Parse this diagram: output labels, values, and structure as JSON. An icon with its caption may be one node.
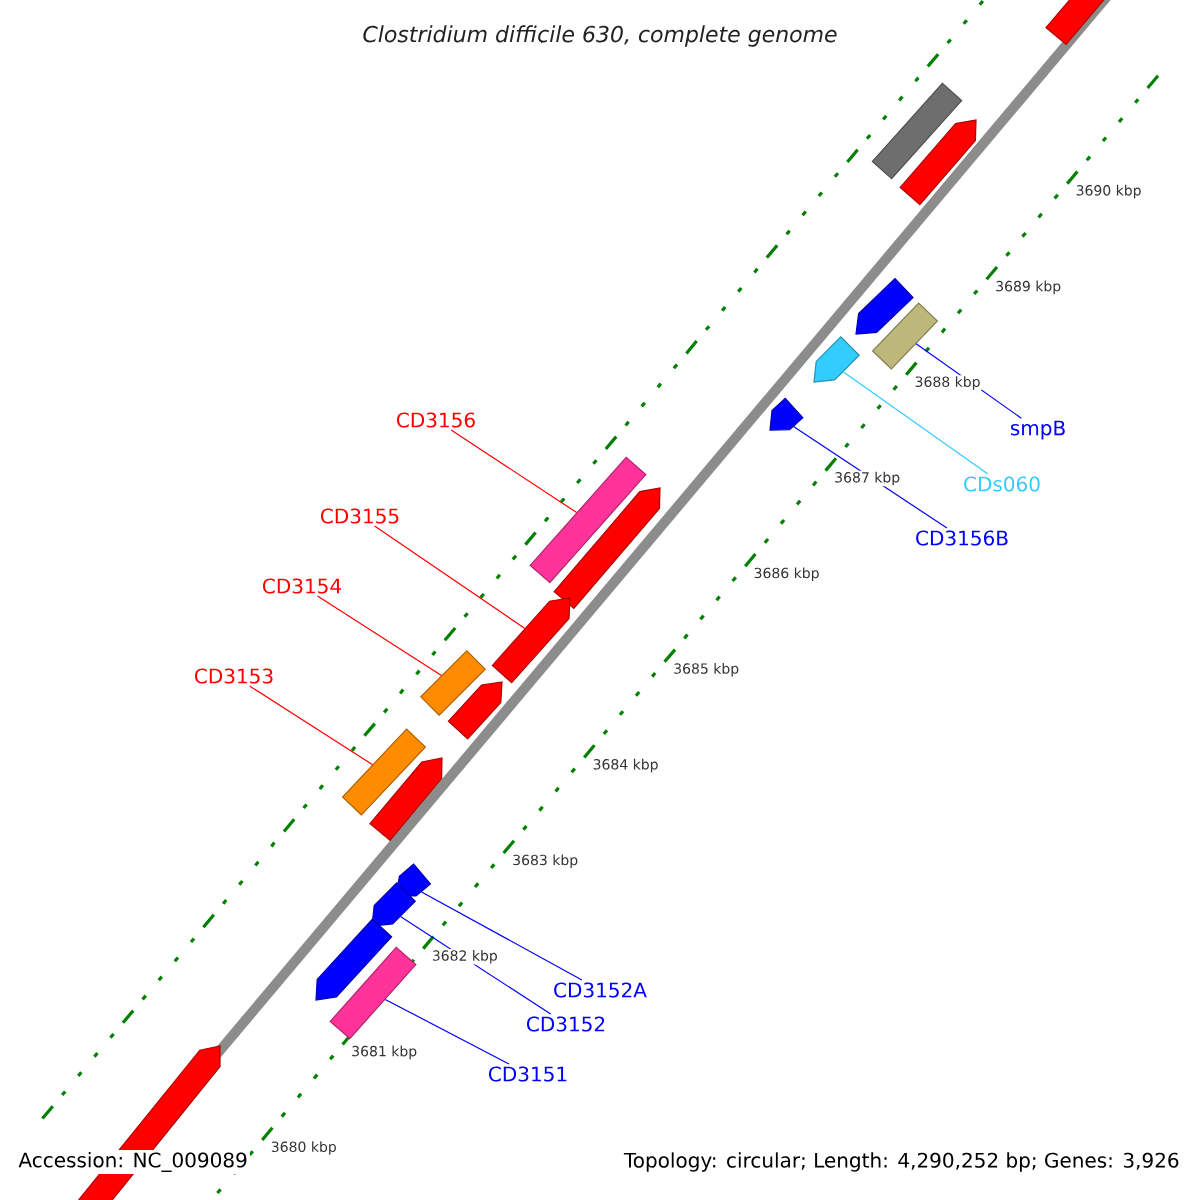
{
  "diagram": {
    "title": "Clostridium difficile 630, complete genome",
    "nodes": [
      {
        "text": [
          "CD3156"
        ]
      },
      {
        "text": [
          "CD3155"
        ]
      },
      {
        "text": [
          "CD3154"
        ]
      },
      {
        "text": [
          "CD3153"
        ]
      },
      {
        "text": [
          "smpB"
        ]
      },
      {
        "text": [
          "CDs060"
        ]
      },
      {
        "text": [
          "CD3156B"
        ]
      },
      {
        "text": [
          "CD3152A"
        ]
      },
      {
        "text": [
          "CD3152"
        ]
      },
      {
        "text": [
          "CD3151"
        ]
      },
      {
        "text": [],
        "shape": "pentagon"
      },
      {
        "text": [],
        "shape": "bar"
      },
      {
        "text": [],
        "shape": "pentagon"
      },
      {
        "text": [],
        "shape": "pentagon"
      },
      {
        "text": [],
        "shape": "bar"
      },
      {
        "text": [],
        "shape": "pentagon"
      },
      {
        "text": [],
        "shape": "pentagon"
      },
      {
        "text": [],
        "shape": "bar"
      },
      {
        "text": [],
        "shape": "pentagon"
      },
      {
        "text": [],
        "shape": "pentagon"
      },
      {
        "text": [],
        "shape": "bar"
      },
      {
        "text": [],
        "shape": "pentagon"
      },
      {
        "text": [],
        "shape": "bar"
      },
      {
        "text": [],
        "shape": "pentagon"
      },
      {
        "text": [],
        "shape": "pentagon"
      },
      {
        "text": [],
        "shape": "pentagon"
      },
      {
        "text": [],
        "shape": "pentagon"
      },
      {
        "text": [],
        "shape": "bar"
      },
      {
        "text": [],
        "shape": "pentagon"
      }
    ],
    "edges": [
      {
        "from": 0,
        "to": 17,
        "arrow": "none",
        "color": "#ff0000"
      },
      {
        "from": 1,
        "to": 19,
        "arrow": "none",
        "color": "#ff0000"
      },
      {
        "from": 2,
        "to": 20,
        "arrow": "none",
        "color": "#ff0000"
      },
      {
        "from": 3,
        "to": 22,
        "arrow": "none",
        "color": "#ff0000"
      },
      {
        "from": 4,
        "to": 14,
        "arrow": "none"
      },
      {
        "from": 5,
        "to": 15,
        "arrow": "none",
        "color": "#33ccff"
      },
      {
        "from": 6,
        "to": 16,
        "arrow": "none"
      },
      {
        "from": 7,
        "to": 24,
        "arrow": "none"
      },
      {
        "from": 8,
        "to": 25,
        "arrow": "none"
      },
      {
        "from": 9,
        "to": 27,
        "arrow": "none"
      }
    ],
    "labels": [
      "3690 kbp",
      "3689 kbp",
      "3688 kbp",
      "3687 kbp",
      "3686 kbp",
      "3685 kbp",
      "3684 kbp",
      "3683 kbp",
      "3682 kbp",
      "3681 kbp",
      "3680 kbp",
      "Accession: NC_009089",
      "Topology: circular; Length: 4,290,252 bp; Genes: 3,926"
    ]
  }
}
